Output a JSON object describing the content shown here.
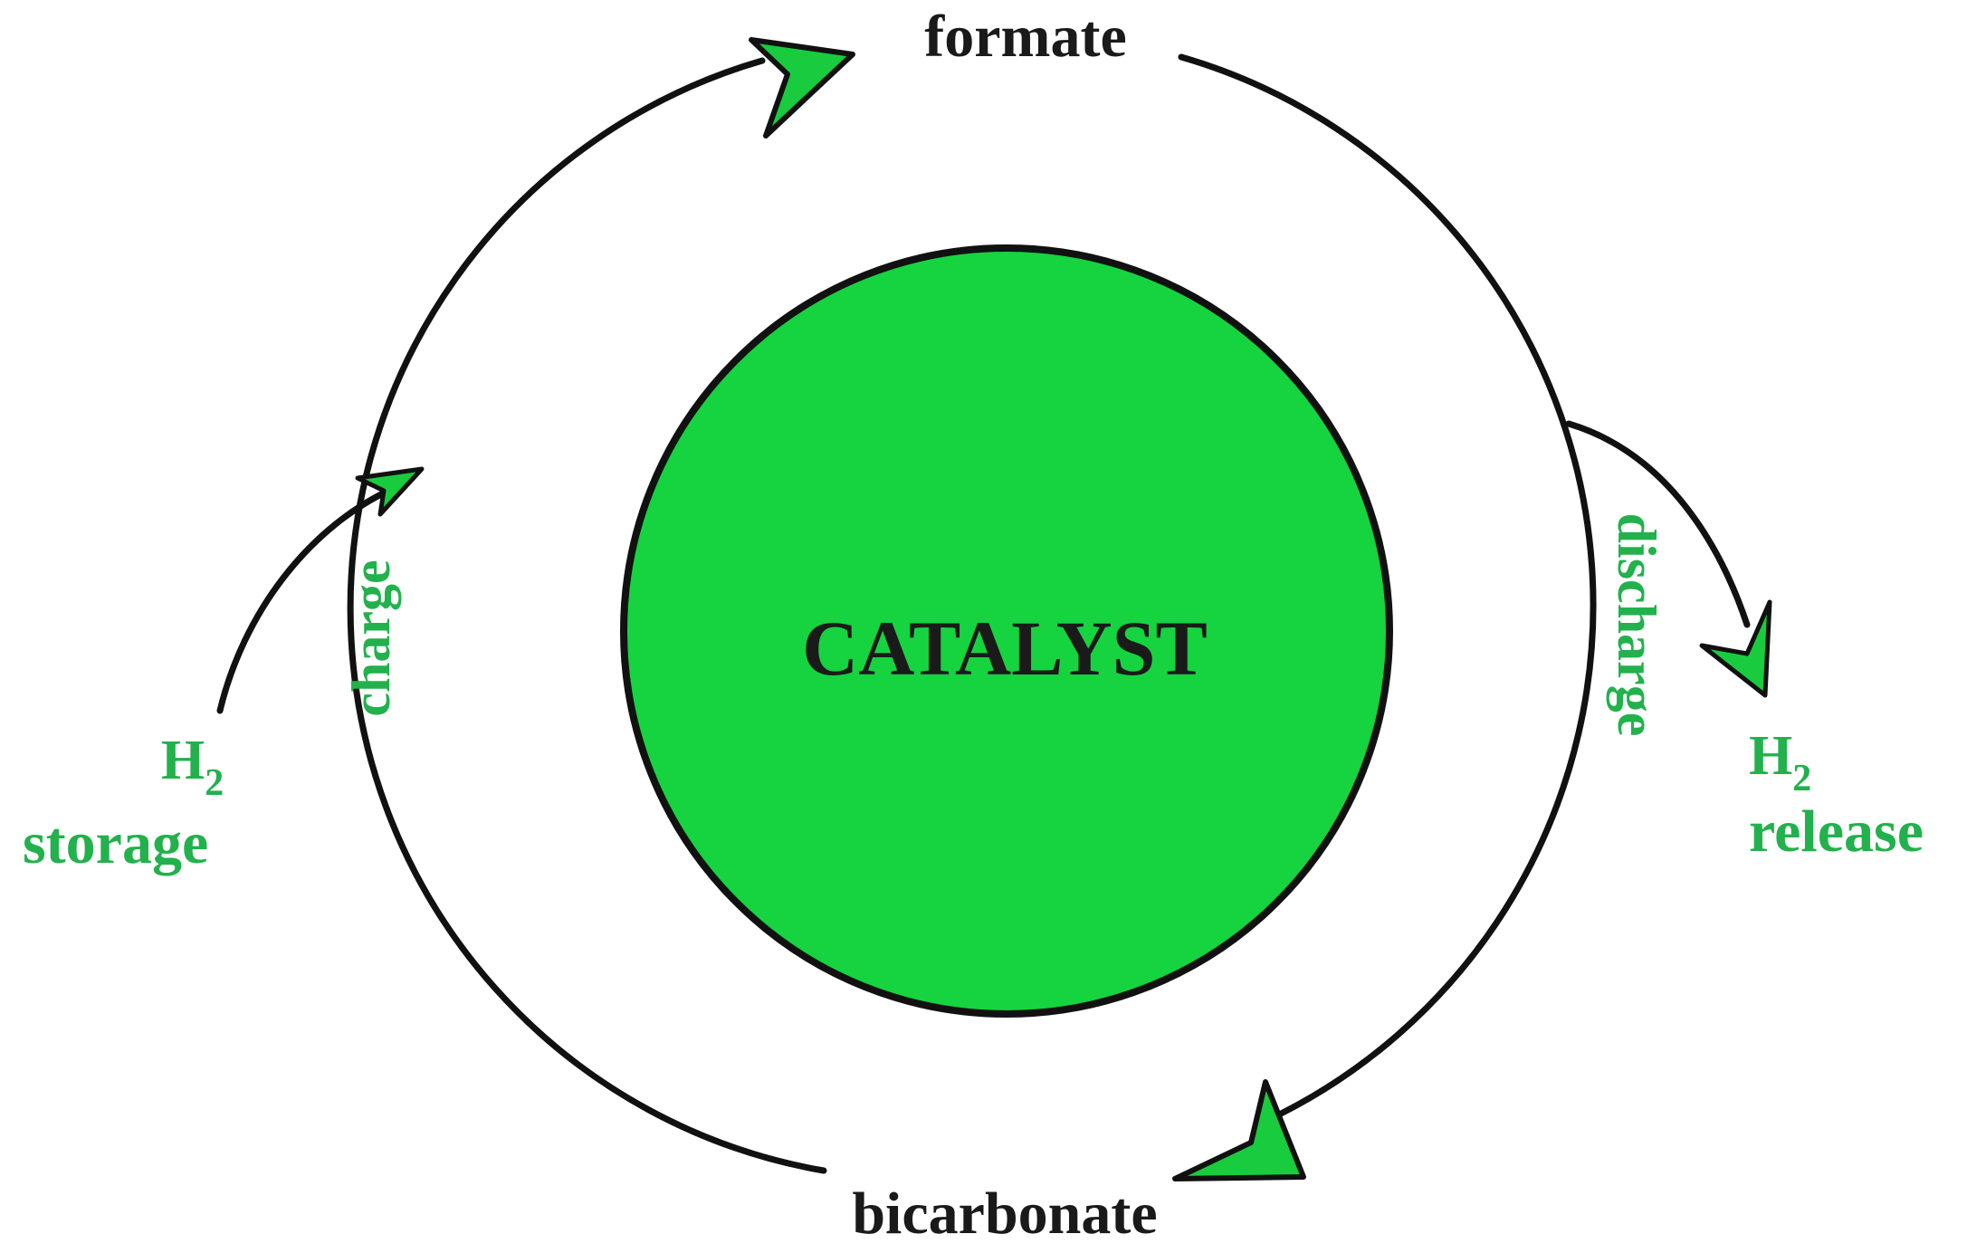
{
  "center_label": "CATALYST",
  "nodes": {
    "top": "formate",
    "bottom": "bicarbonate"
  },
  "process_labels": {
    "left": "charge",
    "right": "discharge"
  },
  "inputs": {
    "left": {
      "h": "H",
      "sub": "2",
      "word": "storage"
    },
    "right": {
      "h": "H",
      "sub": "2",
      "word": "release"
    }
  },
  "colors": {
    "catalyst_fill": "#16d340",
    "arrowhead_fill": "#18cc3e",
    "label_green": "#22b14c",
    "stroke": "#111111"
  }
}
